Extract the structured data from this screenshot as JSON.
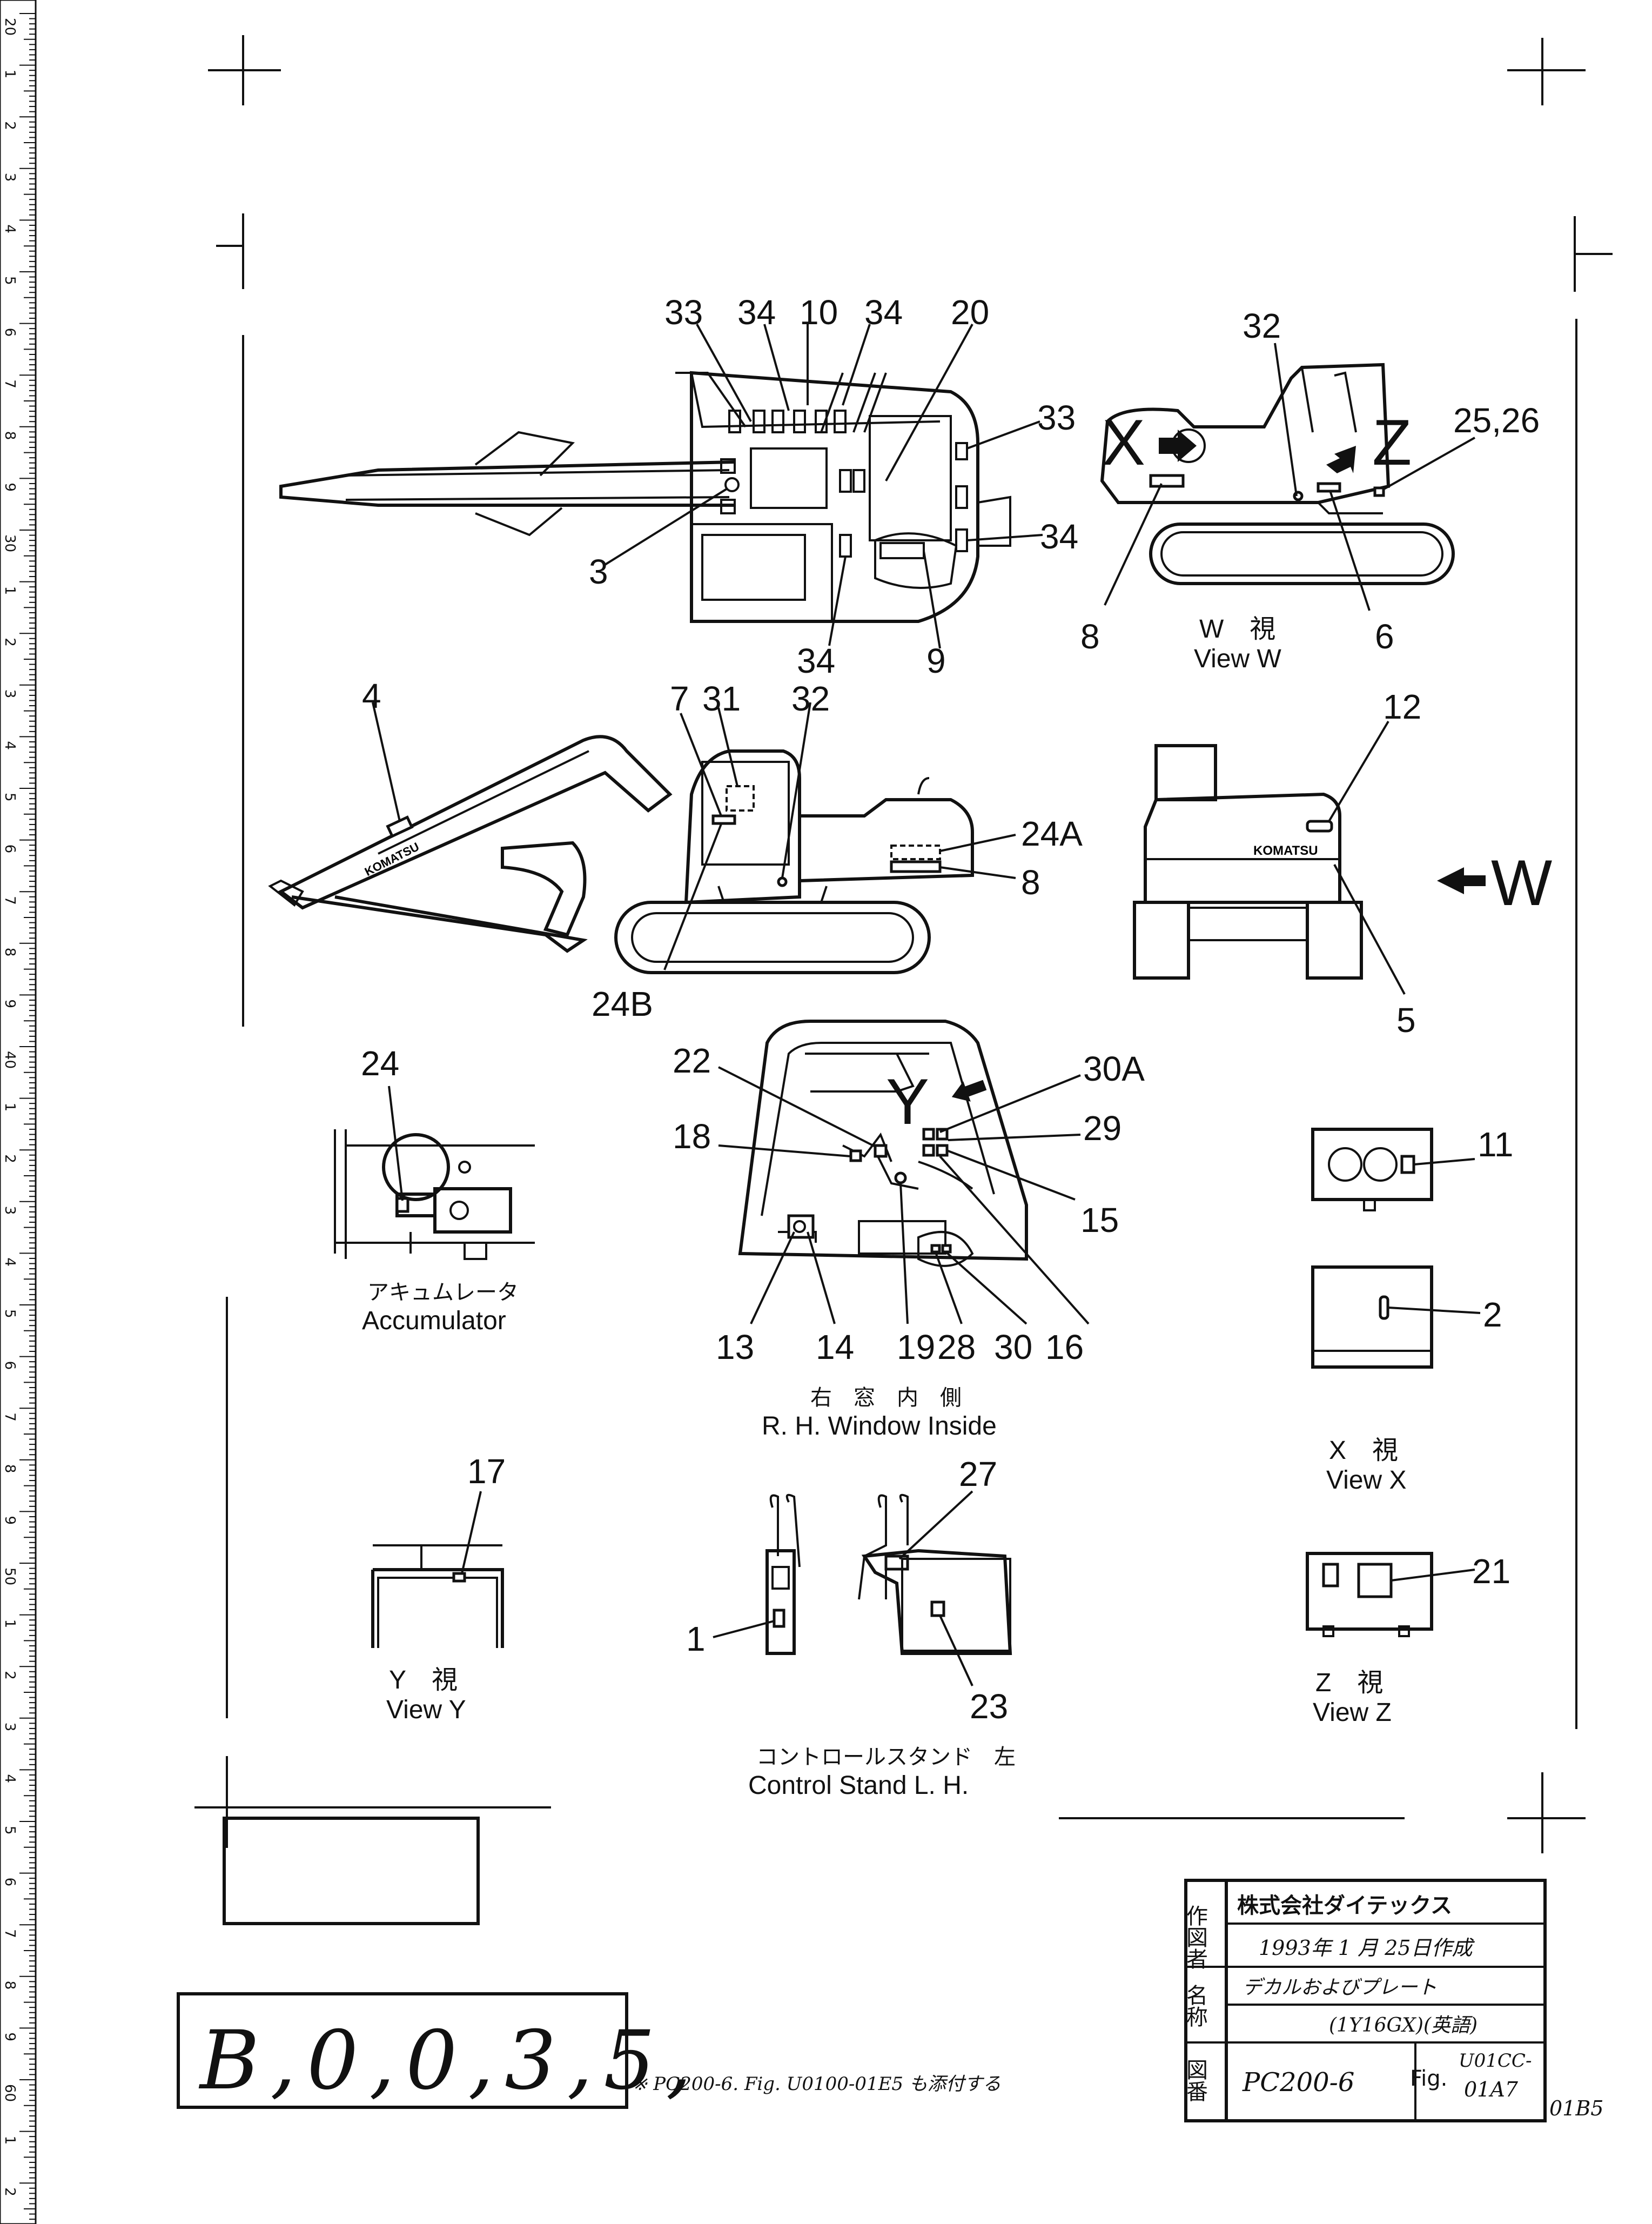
{
  "ruler": {
    "numbers": [
      "20",
      "1",
      "2",
      "3",
      "4",
      "5",
      "6",
      "7",
      "8",
      "9",
      "30",
      "1",
      "2",
      "3",
      "4",
      "5",
      "6",
      "7",
      "8",
      "9",
      "40",
      "1",
      "2",
      "3",
      "4",
      "5",
      "6",
      "7",
      "8",
      "9",
      "50",
      "1",
      "2",
      "3",
      "4",
      "5",
      "6",
      "7",
      "8",
      "9",
      "60",
      "1",
      "2"
    ]
  },
  "top_view": {
    "labels": [
      "33",
      "34",
      "10",
      "34",
      "20",
      "33",
      "34",
      "3",
      "34",
      "9"
    ]
  },
  "view_w": {
    "labels": [
      "32",
      "25,26",
      "8",
      "6"
    ],
    "caption_jp": "W　視",
    "caption_en": "View  W",
    "x_letter": "X",
    "z_letter": "Z"
  },
  "side_view": {
    "labels": [
      "4",
      "7",
      "31",
      "32",
      "24A",
      "8",
      "24B"
    ],
    "brand": "KOMATSU"
  },
  "rear_view": {
    "labels": [
      "12",
      "5"
    ],
    "brand": "KOMATSU",
    "w_letter": "W"
  },
  "accumulator": {
    "label": "24",
    "caption_jp": "アキュムレータ",
    "caption_en": "Accumulator"
  },
  "window_view": {
    "labels": [
      "22",
      "30A",
      "18",
      "29",
      "15",
      "13",
      "14",
      "19",
      "28",
      "30",
      "16"
    ],
    "y_letter": "Y",
    "caption_jp": "右　窓　内　側",
    "caption_en": "R. H.  Window  Inside"
  },
  "view_x_panel": {
    "labels": [
      "11",
      "2"
    ],
    "caption_jp": "X　視",
    "caption_en": "View  X"
  },
  "view_y": {
    "label": "17",
    "caption_jp": "Y　視",
    "caption_en": "View  Y"
  },
  "control_stand": {
    "labels": [
      "27",
      "1",
      "23"
    ],
    "caption_jp": "コントロールスタンド　左",
    "caption_en": "Control  Stand  L. H."
  },
  "view_z": {
    "label": "21",
    "caption_jp": "Z　視",
    "caption_en": "View  Z"
  },
  "title_block": {
    "row1_head": "作図者",
    "row1_value": "株式会社ダイテックス",
    "row2_value": "1993年 1 月 25日作成",
    "row3_head": "名称",
    "row3_value_a": "デカルおよびプレート",
    "row3_value_b": "(1Y16GX)(英語)",
    "row4_head": "図番",
    "row4_value": "PC200-6",
    "row4_fig": "Fig.",
    "row4_fig_no_a": "U01CC-",
    "row4_fig_no_b": "01A7",
    "margin_note": "01B5"
  },
  "doc_number": "B,0,0,3,5,",
  "footer_note": "※ PC200-6. Fig. U0100-01E5 も添付する"
}
